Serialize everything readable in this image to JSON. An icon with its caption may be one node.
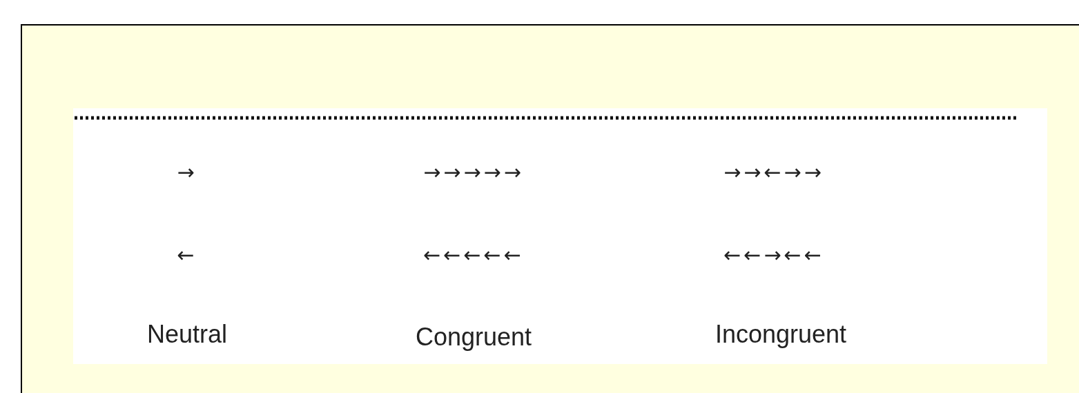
{
  "diagram": {
    "labels": [
      "→",
      "→→→→→",
      "→→←→→",
      "←",
      "←←←←←",
      "←←→←←",
      "Neutral",
      "Congruent",
      "Incongruent"
    ]
  }
}
